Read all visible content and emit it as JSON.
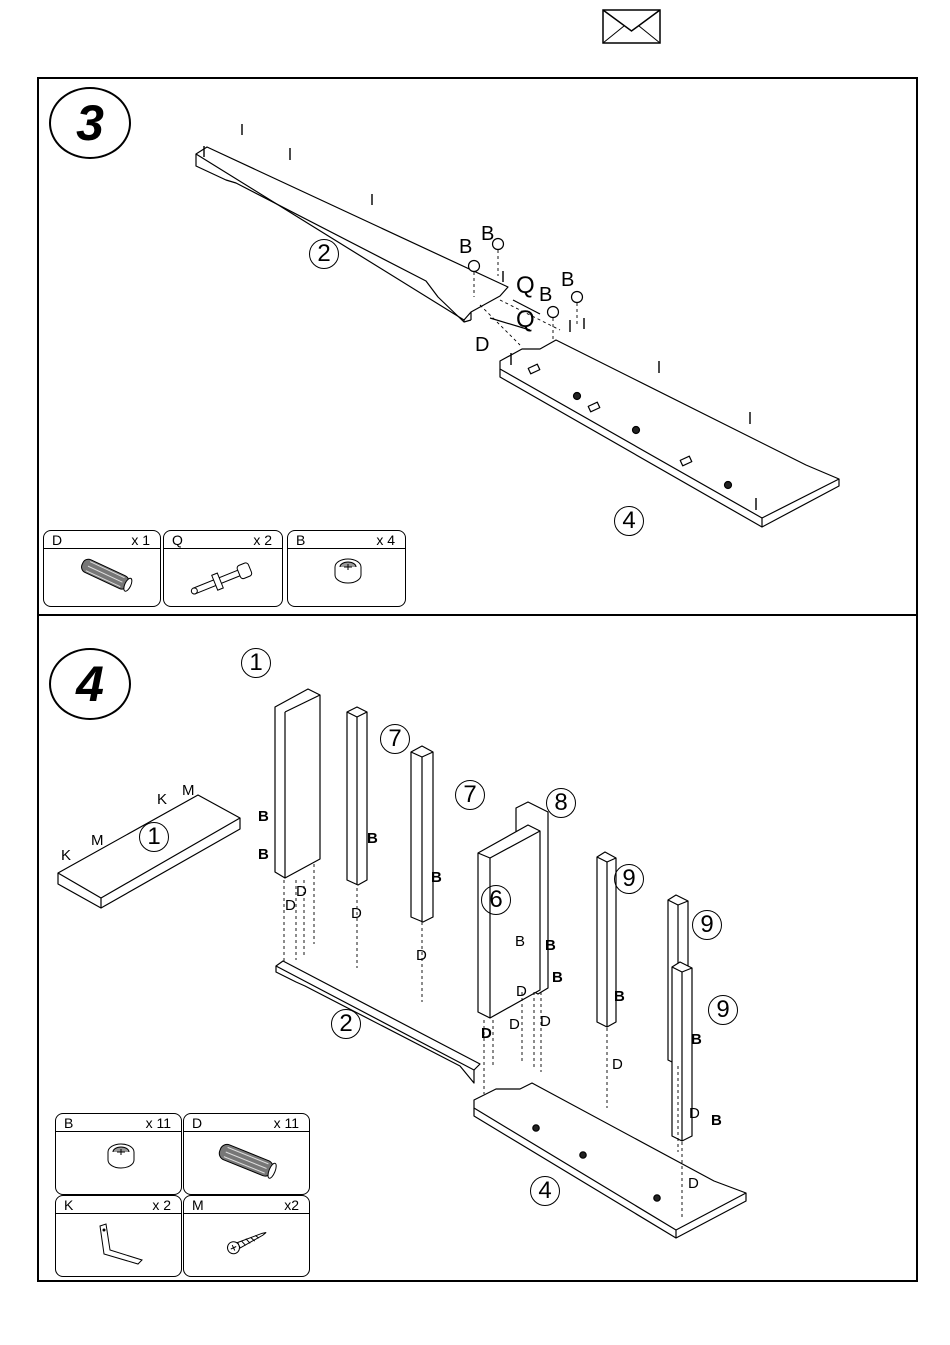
{
  "steps": [
    {
      "number": "3",
      "part_labels": [
        "2",
        "4"
      ],
      "callouts": [
        "B",
        "B",
        "B",
        "B",
        "Q",
        "Q",
        "D"
      ],
      "parts": [
        {
          "code": "D",
          "qty": "x 1",
          "icon": "dowel-icon"
        },
        {
          "code": "Q",
          "qty": "x 2",
          "icon": "cam-bolt-icon"
        },
        {
          "code": "B",
          "qty": "x 4",
          "icon": "cam-lock-icon"
        }
      ]
    },
    {
      "number": "4",
      "part_labels": [
        "1",
        "1",
        "7",
        "7",
        "8",
        "6",
        "9",
        "9",
        "9",
        "2",
        "4"
      ],
      "callouts": [
        "M",
        "K",
        "K",
        "M",
        "B",
        "B",
        "B",
        "B",
        "D",
        "D",
        "D",
        "D",
        "B",
        "B",
        "B",
        "D",
        "D",
        "D",
        "D",
        "D",
        "B",
        "D",
        "B",
        "D",
        "B"
      ],
      "parts": [
        {
          "code": "B",
          "qty": "x 11",
          "icon": "cam-lock-icon"
        },
        {
          "code": "D",
          "qty": "x 11",
          "icon": "dowel-icon"
        },
        {
          "code": "K",
          "qty": "x 2",
          "icon": "bracket-icon"
        },
        {
          "code": "M",
          "qty": "x2",
          "icon": "screw-icon"
        }
      ]
    }
  ]
}
